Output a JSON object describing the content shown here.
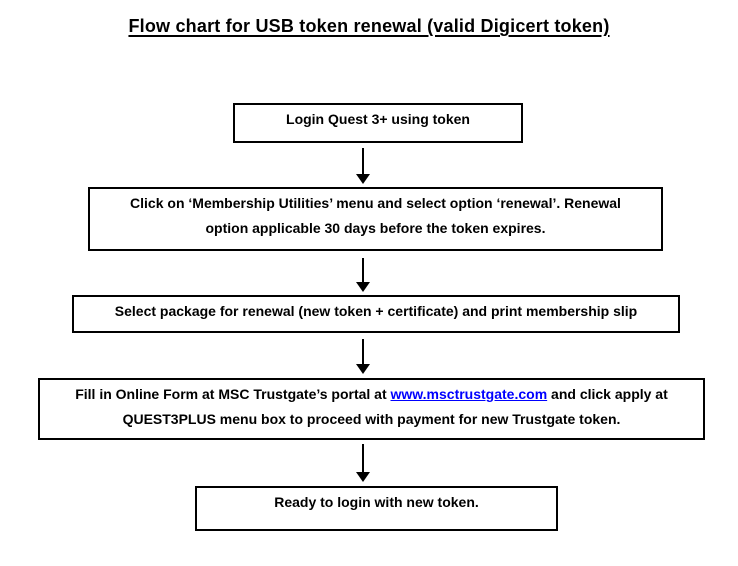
{
  "title": "Flow chart for USB token renewal (valid Digicert token)",
  "colors": {
    "text": "#000000",
    "border": "#000000",
    "link": "#0000ff",
    "background": "#ffffff"
  },
  "flow": {
    "connector_icon": "down-arrow",
    "steps": [
      {
        "name": "login-quest",
        "lines": [
          "Login Quest 3+ using token"
        ]
      },
      {
        "name": "membership-utilities",
        "lines": [
          "Click on ‘Membership Utilities’ menu and select option ‘renewal’. Renewal",
          "option applicable 30 days before the token expires."
        ]
      },
      {
        "name": "select-package",
        "lines": [
          "Select package for renewal (new token + certificate) and print membership slip"
        ]
      },
      {
        "name": "online-form",
        "line1_before_link": "Fill in Online Form at MSC Trustgate’s portal at ",
        "line1_link": "www.msctrustgate.com",
        "line1_after_link": " and click apply at",
        "line2": "QUEST3PLUS menu box to proceed with payment for new Trustgate token."
      },
      {
        "name": "ready-login",
        "lines": [
          "Ready to login with new token."
        ]
      }
    ]
  }
}
